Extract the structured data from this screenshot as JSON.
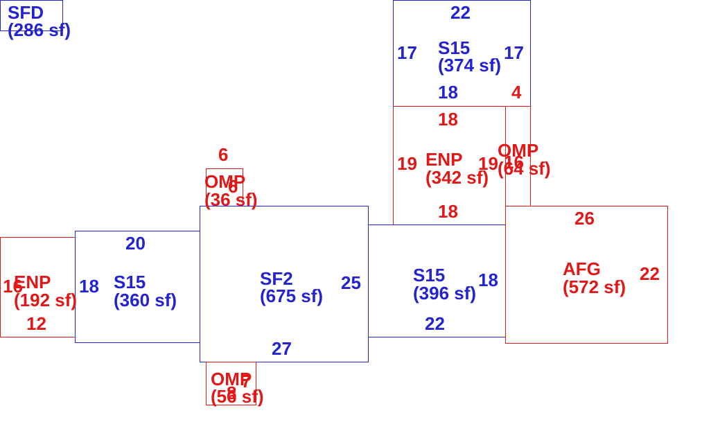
{
  "colors": {
    "blue": "#2323d0",
    "red": "#e01818"
  },
  "rooms": {
    "sfd": {
      "code": "SFD",
      "area": "(286 sf)"
    },
    "s15_top": {
      "code": "S15",
      "area": "(374 sf)",
      "dim_top": "22",
      "dim_left": "17",
      "dim_right": "17",
      "dim_bottom": "18"
    },
    "enp_mid": {
      "code": "ENP",
      "area": "(342 sf)",
      "dim_top": "18",
      "dim_left": "19",
      "dim_right": "19",
      "dim_bottom": "18"
    },
    "omp_right": {
      "code": "OMP",
      "area": "(64 sf)",
      "dim_top": "4",
      "dim_side": "16"
    },
    "omp_top": {
      "code": "OMP",
      "area": "(36 sf)",
      "dim_top": "6",
      "dim_side": "6"
    },
    "enp_left": {
      "code": "ENP",
      "area": "(192 sf)",
      "dim_left": "16",
      "dim_bottom": "12"
    },
    "s15_left": {
      "code": "S15",
      "area": "(360 sf)",
      "dim_top": "20",
      "dim_left": "18"
    },
    "sf2": {
      "code": "SF2",
      "area": "(675 sf)",
      "dim_right": "25",
      "dim_bottom": "27"
    },
    "s15_mid": {
      "code": "S15",
      "area": "(396 sf)",
      "dim_right": "18",
      "dim_bottom": "22"
    },
    "afg": {
      "code": "AFG",
      "area": "(572 sf)",
      "dim_top": "26",
      "dim_right": "22"
    },
    "omp_bottom": {
      "code": "OMP",
      "area": "(56 sf)",
      "dim_side": "7",
      "dim_bottom": "8"
    }
  }
}
